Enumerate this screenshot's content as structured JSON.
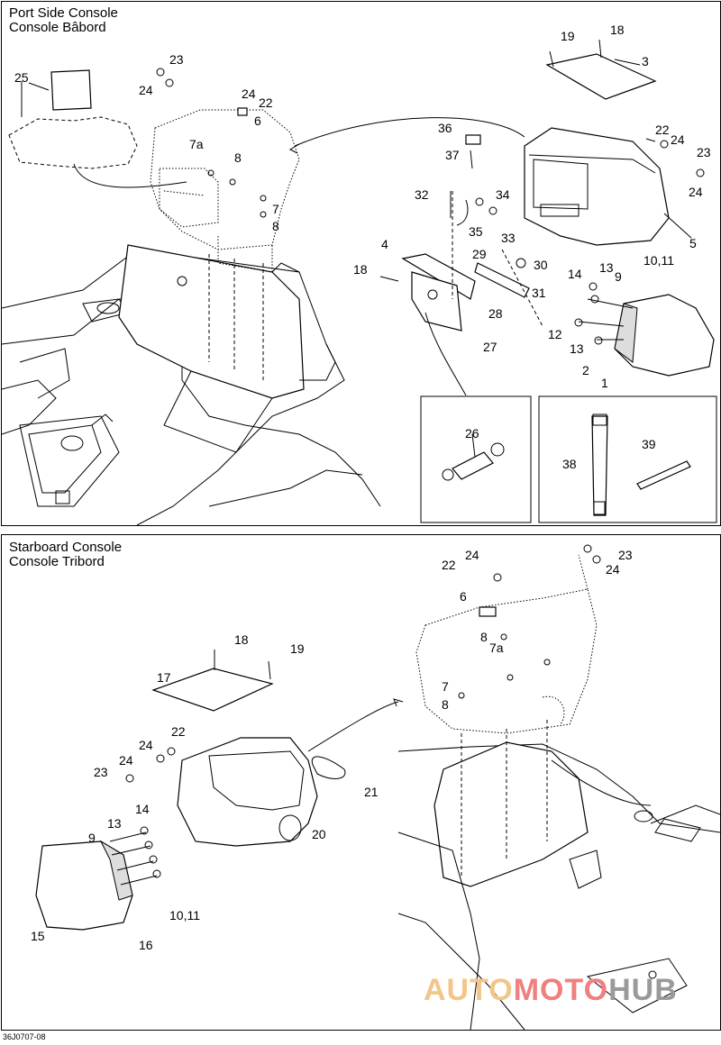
{
  "top_panel": {
    "title_en": "Port Side Console",
    "title_fr": "Console Bâbord"
  },
  "bottom_panel": {
    "title_en": "Starboard Console",
    "title_fr": "Console Tribord"
  },
  "doc_ref": "36J0707-08",
  "watermark": {
    "part1": "AUTO",
    "part2": "MOTO",
    "part3": "HUB",
    "colors": {
      "auto": "#f2c58a",
      "moto": "#f08080",
      "hub": "#9a9a9a"
    }
  },
  "callouts_top": [
    "25",
    "23",
    "24",
    "24",
    "22",
    "6",
    "7a",
    "8",
    "7",
    "8",
    "19",
    "18",
    "3",
    "36",
    "22",
    "24",
    "37",
    "23",
    "24",
    "32",
    "34",
    "35",
    "33",
    "5",
    "4",
    "29",
    "30",
    "31",
    "18",
    "28",
    "14",
    "13",
    "9",
    "10,11",
    "12",
    "13",
    "2",
    "1",
    "27",
    "26",
    "38",
    "39"
  ],
  "callouts_bottom": [
    "24",
    "23",
    "24",
    "22",
    "6",
    "8",
    "7a",
    "7",
    "8",
    "18",
    "19",
    "17",
    "22",
    "24",
    "24",
    "23",
    "21",
    "20",
    "14",
    "13",
    "9",
    "15",
    "16",
    "10,11"
  ]
}
